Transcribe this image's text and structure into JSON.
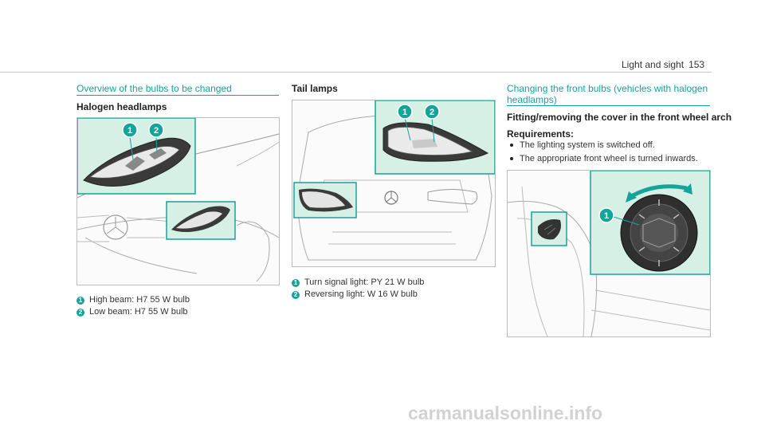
{
  "header": {
    "section": "Light and sight",
    "page": "153"
  },
  "col1": {
    "title": "Overview of the bulbs to be changed",
    "subtitle": "Halogen headlamps",
    "legend": [
      {
        "num": "1",
        "text": "High beam: H7 55 W bulb"
      },
      {
        "num": "2",
        "text": "Low beam: H7 55 W bulb"
      }
    ]
  },
  "col2": {
    "title": "Tail lamps",
    "legend": [
      {
        "num": "1",
        "text": "Turn signal light: PY 21 W bulb"
      },
      {
        "num": "2",
        "text": "Reversing light: W 16 W bulb"
      }
    ]
  },
  "col3": {
    "title_line1": "Changing the front bulbs (vehicles with halogen",
    "title_line2": "headlamps)",
    "subtitle": "Fitting/removing the cover in the front wheel arch",
    "requirements_label": "Requirements:",
    "requirements": [
      "The lighting system is switched off.",
      "The appropriate front wheel is turned inwards."
    ],
    "callout": "1"
  },
  "watermark": "carmanualsonline.info",
  "colors": {
    "accent": "#16a39a",
    "highlight": "#d6f0e6"
  }
}
